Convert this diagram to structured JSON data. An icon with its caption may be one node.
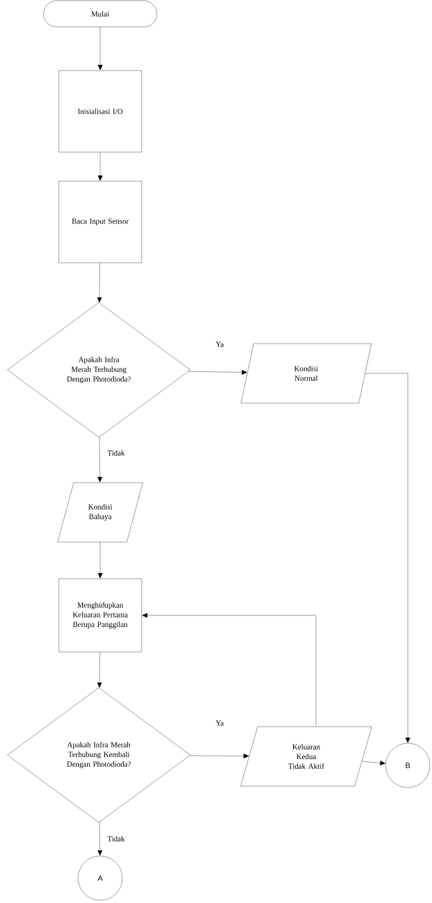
{
  "diagram": {
    "nodes": [
      {
        "text": [
          "Mulai"
        ]
      },
      {
        "text": [
          "Inisialisasi I/O"
        ]
      },
      {
        "text": [
          "Baca Input Sensor"
        ]
      },
      {
        "text": [
          "Apakah Infra Merah Terhubung Dengan Photodioda?"
        ]
      },
      {
        "text": [
          "Kondisi Normal"
        ]
      },
      {
        "text": [
          "Kondisi Bahaya"
        ]
      },
      {
        "text": [
          "Menghidupkan Keluaran Pertama Berupa Panggilan"
        ]
      },
      {
        "text": [
          "Apakah Infra Merah Terhubung Kembali Dengan Photodioda?"
        ]
      },
      {
        "text": [
          "Keluaran Kedua Tidak Aktif"
        ]
      },
      {
        "text": [
          "B"
        ]
      },
      {
        "text": [
          "A"
        ]
      }
    ],
    "edges": [
      {
        "from": 0,
        "to": 1,
        "arrow": "to"
      },
      {
        "from": 1,
        "to": 2,
        "arrow": "to"
      },
      {
        "from": 2,
        "to": 3,
        "arrow": "to"
      },
      {
        "from": 3,
        "to": 4,
        "arrow": "to",
        "label": "Ya"
      },
      {
        "from": 3,
        "to": 5,
        "arrow": "to",
        "label": "Tidak"
      },
      {
        "from": 4,
        "to": 9,
        "arrow": "to"
      },
      {
        "from": 5,
        "to": 6,
        "arrow": "to"
      },
      {
        "from": 6,
        "to": 7,
        "arrow": "to"
      },
      {
        "from": 7,
        "to": 8,
        "arrow": "to",
        "label": "Ya"
      },
      {
        "from": 8,
        "to": 6,
        "arrow": "to"
      },
      {
        "from": 8,
        "to": 9,
        "arrow": "to"
      },
      {
        "from": 7,
        "to": 10,
        "arrow": "to",
        "label": "Tidak"
      }
    ]
  }
}
